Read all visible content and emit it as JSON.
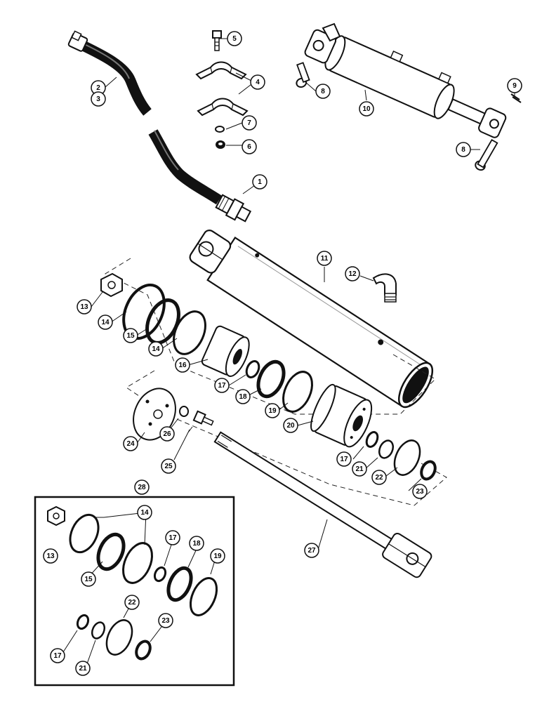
{
  "diagram": {
    "callouts": [
      {
        "id": "c1",
        "label": "1"
      },
      {
        "id": "c2",
        "label": "2"
      },
      {
        "id": "c3",
        "label": "3"
      },
      {
        "id": "c4",
        "label": "4"
      },
      {
        "id": "c5",
        "label": "5"
      },
      {
        "id": "c6",
        "label": "6"
      },
      {
        "id": "c7",
        "label": "7"
      },
      {
        "id": "c8a",
        "label": "8"
      },
      {
        "id": "c8b",
        "label": "8"
      },
      {
        "id": "c9",
        "label": "9"
      },
      {
        "id": "c10",
        "label": "10"
      },
      {
        "id": "c11",
        "label": "11"
      },
      {
        "id": "c12",
        "label": "12"
      },
      {
        "id": "c13",
        "label": "13"
      },
      {
        "id": "c14a",
        "label": "14"
      },
      {
        "id": "c14b",
        "label": "14"
      },
      {
        "id": "c15",
        "label": "15"
      },
      {
        "id": "c16",
        "label": "16"
      },
      {
        "id": "c17a",
        "label": "17"
      },
      {
        "id": "c17b",
        "label": "17"
      },
      {
        "id": "c18",
        "label": "18"
      },
      {
        "id": "c19",
        "label": "19"
      },
      {
        "id": "c20",
        "label": "20"
      },
      {
        "id": "c21",
        "label": "21"
      },
      {
        "id": "c22",
        "label": "22"
      },
      {
        "id": "c23",
        "label": "23"
      },
      {
        "id": "c24",
        "label": "24"
      },
      {
        "id": "c25",
        "label": "25"
      },
      {
        "id": "c26",
        "label": "26"
      },
      {
        "id": "c27",
        "label": "27"
      },
      {
        "id": "c28",
        "label": "28"
      },
      {
        "id": "k13",
        "label": "13"
      },
      {
        "id": "k14",
        "label": "14"
      },
      {
        "id": "k15",
        "label": "15"
      },
      {
        "id": "k17a",
        "label": "17"
      },
      {
        "id": "k18",
        "label": "18"
      },
      {
        "id": "k19",
        "label": "19"
      },
      {
        "id": "k17b",
        "label": "17"
      },
      {
        "id": "k21",
        "label": "21"
      },
      {
        "id": "k22",
        "label": "22"
      },
      {
        "id": "k23",
        "label": "23"
      }
    ]
  }
}
